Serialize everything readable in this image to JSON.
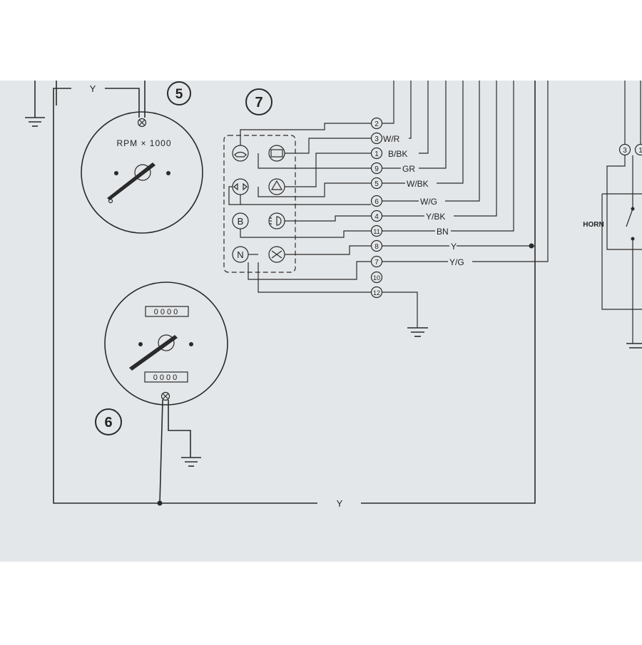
{
  "diagram": {
    "components": {
      "tachometer": {
        "number": "5",
        "scale_label": "RPM × 1000"
      },
      "warning_panel": {
        "number": "7"
      },
      "speedometer": {
        "number": "6",
        "odometer_digits": "0000",
        "trip_digits": "0000"
      },
      "horn": {
        "label": "HORN"
      }
    },
    "wire_colors": {
      "top_left": "Y",
      "bottom": "Y"
    },
    "connector_pins": [
      {
        "pin": "2",
        "color": ""
      },
      {
        "pin": "3",
        "color": "W/R"
      },
      {
        "pin": "1",
        "color": "B/BK"
      },
      {
        "pin": "9",
        "color": "GR"
      },
      {
        "pin": "5",
        "color": "W/BK"
      },
      {
        "pin": "6",
        "color": "W/G"
      },
      {
        "pin": "4",
        "color": "Y/BK"
      },
      {
        "pin": "11",
        "color": "BN"
      },
      {
        "pin": "8",
        "color": "Y"
      },
      {
        "pin": "7",
        "color": "Y/G"
      },
      {
        "pin": "10",
        "color": ""
      },
      {
        "pin": "12",
        "color": ""
      }
    ],
    "right_pins": [
      "3",
      "1"
    ],
    "indicator_icons": [
      "oil-icon",
      "battery-icon",
      "turn-signal-icon",
      "hazard-icon",
      "fuel-icon",
      "headlight-icon",
      "neutral-icon",
      "high-beam-icon"
    ],
    "neutral_symbol": "N",
    "fuel_symbol": "B"
  }
}
